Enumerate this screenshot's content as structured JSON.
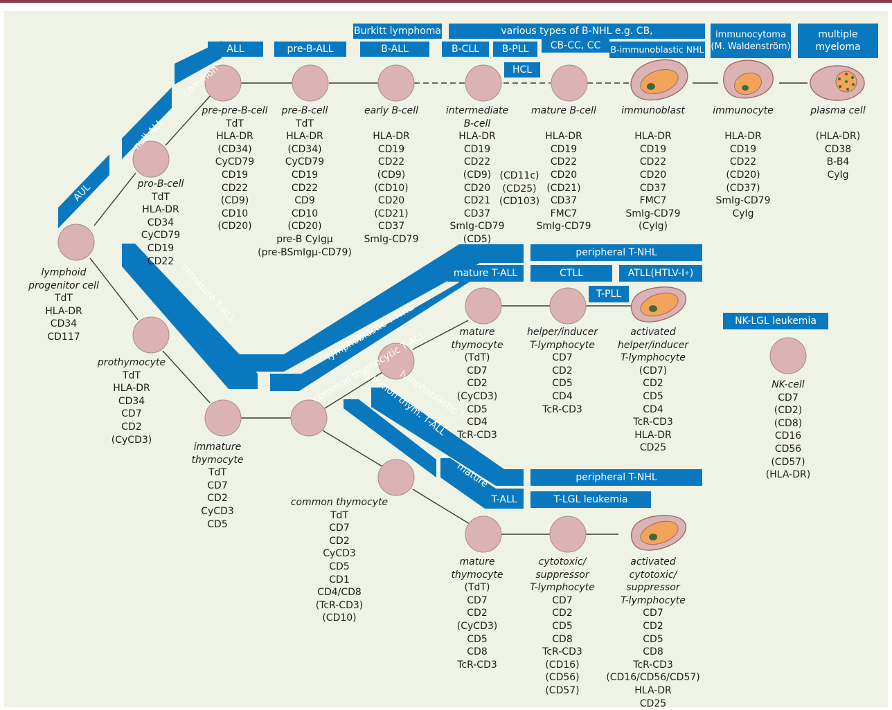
{
  "colors": {
    "accent_blue": "#0a78be",
    "cell_fill": "#dbb3b3",
    "panel_bg": "#eef3e6",
    "top_rule": "#8a3b4a",
    "nucleus": "#f2a45a"
  },
  "cells": {
    "lymphoid": {
      "title": [
        "lymphoid",
        "progenitor cell"
      ],
      "markers": [
        "TdT",
        "HLA-DR",
        "CD34",
        "CD117"
      ]
    },
    "pro_b": {
      "title": [
        "pro-B-cell"
      ],
      "markers": [
        "TdT",
        "HLA-DR",
        "CD34",
        "CyCD79",
        "CD19",
        "CD22"
      ]
    },
    "pre_pre_b": {
      "title": [
        "pre-pre-B-cell"
      ],
      "markers": [
        "TdT",
        "HLA-DR",
        "(CD34)",
        "CyCD79",
        "CD19",
        "CD22",
        "(CD9)",
        "CD10",
        "(CD20)"
      ]
    },
    "pre_b": {
      "title": [
        "pre-B-cell"
      ],
      "markers": [
        "TdT",
        "HLA-DR",
        "(CD34)",
        "CyCD79",
        "CD19",
        "CD22",
        "CD9",
        "CD10",
        "(CD20)",
        "pre-B CyIgμ",
        "(pre-BSmIgμ-CD79)"
      ]
    },
    "early_b": {
      "title": [
        "early B-cell",
        ""
      ],
      "markers": [
        "HLA-DR",
        "CD19",
        "CD22",
        "(CD9)",
        "(CD10)",
        "CD20",
        "(CD21)",
        "CD37",
        "SmIg-CD79"
      ]
    },
    "intermediate_b": {
      "title": [
        "intermediate",
        "B-cell"
      ],
      "markers": [
        "HLA-DR",
        "CD19",
        "CD22",
        "(CD9)",
        "CD20",
        "CD21",
        "CD37",
        "SmIg-CD79",
        "(CD5)"
      ]
    },
    "intermediate_extra": [
      "(CD11c)",
      "(CD25)",
      "(CD103)"
    ],
    "mature_b": {
      "title": [
        "mature B-cell",
        ""
      ],
      "markers": [
        "HLA-DR",
        "CD19",
        "CD22",
        "CD20",
        "(CD21)",
        "CD37",
        "FMC7",
        "SmIg-CD79"
      ]
    },
    "immunoblast": {
      "title": [
        "immunoblast",
        ""
      ],
      "markers": [
        "HLA-DR",
        "CD19",
        "CD22",
        "CD20",
        "CD37",
        "FMC7",
        "SmIg-CD79",
        "(CyIg)"
      ]
    },
    "immunocyte": {
      "title": [
        "immunocyte",
        ""
      ],
      "markers": [
        "HLA-DR",
        "CD19",
        "CD22",
        "(CD20)",
        "(CD37)",
        "SmIg-CD79",
        "CyIg"
      ]
    },
    "plasma": {
      "title": [
        "plasma cell",
        ""
      ],
      "markers": [
        "(HLA-DR)",
        "CD38",
        "B-B4",
        "CyIg"
      ]
    },
    "prothymocyte": {
      "title": [
        "prothymocyte"
      ],
      "markers": [
        "TdT",
        "HLA-DR",
        "CD34",
        "CD7",
        "CD2",
        "(CyCD3)"
      ]
    },
    "immature_thymocyte": {
      "title": [
        "immature",
        "thymocyte"
      ],
      "markers": [
        "TdT",
        "CD7",
        "CD2",
        "CyCD3",
        "CD5"
      ]
    },
    "common_thymocyte": {
      "title": [
        "common thymocyte"
      ],
      "markers": [
        "TdT",
        "CD7",
        "CD2",
        "CyCD3",
        "CD5",
        "CD1",
        "CD4/CD8",
        "(TcR-CD3)",
        "(CD10)"
      ]
    },
    "mature_thymocyte_upper": {
      "title": [
        "mature",
        "thymocyte"
      ],
      "markers": [
        "(TdT)",
        "CD7",
        "CD2",
        "(CyCD3)",
        "CD5",
        "CD4",
        "TcR-CD3"
      ]
    },
    "helper": {
      "title": [
        "helper/inducer",
        "T-lymphocyte"
      ],
      "markers": [
        "CD7",
        "CD2",
        "CD5",
        "CD4",
        "TcR-CD3"
      ]
    },
    "activated_helper": {
      "title": [
        "activated",
        "helper/inducer",
        "T-lymphocyte"
      ],
      "markers": [
        "(CD7)",
        "CD2",
        "CD5",
        "CD4",
        "TcR-CD3",
        "HLA-DR",
        "CD25"
      ]
    },
    "mature_thymocyte_lower": {
      "title": [
        "mature",
        "thymocyte"
      ],
      "markers": [
        "(TdT)",
        "CD7",
        "CD2",
        "(CyCD3)",
        "CD5",
        "CD8",
        "TcR-CD3"
      ]
    },
    "cytotoxic": {
      "title": [
        "cytotoxic/",
        "suppressor",
        "T-lymphocyte"
      ],
      "markers": [
        "CD7",
        "CD2",
        "CD5",
        "CD8",
        "TcR-CD3",
        "(CD16)",
        "(CD56)",
        "(CD57)"
      ]
    },
    "activated_cytotoxic": {
      "title": [
        "activated",
        "cytotoxic/",
        "suppressor",
        "T-lymphocyte"
      ],
      "markers": [
        "CD7",
        "CD2",
        "CD5",
        "CD8",
        "TcR-CD3",
        "(CD16/CD56/CD57)",
        "HLA-DR",
        "CD25"
      ]
    },
    "nk": {
      "title": [
        "NK-cell"
      ],
      "markers": [
        "CD7",
        "(CD2)",
        "(CD8)",
        "CD16",
        "CD56",
        "(CD57)",
        "(HLA-DR)"
      ]
    }
  },
  "labels": {
    "burkitt": "Burkitt lymphoma",
    "various_bnhl": "various types of B-NHL e.g. CB,",
    "cb_cc": "CB-CC, CC",
    "immunocytoma_1": "immunocytoma",
    "immunocytoma_2": "(M. Waldenström)",
    "multiple_myeloma": "multiple myeloma",
    "all": "ALL",
    "pre_b_all": "pre-B-ALL",
    "b_all": "B-ALL",
    "b_cll": "B-CLL",
    "b_pll": "B-PLL",
    "b_immunoblastic": "B-immunoblastic NHL",
    "hcl": "HCL",
    "aul": "AUL",
    "null_all": "null ALL",
    "common": "common",
    "immature_t_all": "immature T-ALL",
    "lymphoblastic_t_nhl": "lymphoblastic T-NHL",
    "common_thymocytic_t_all": "common thymocytic T-ALL",
    "mature_t_all": "mature T-ALL",
    "peripheral_t_nhl": "peripheral T-NHL",
    "ctll": "CTLL",
    "atll": "ATLL(HTLV-I",
    "atll_sup": "+",
    "atll_close": ")",
    "t_pll": "T-PLL",
    "nk_lgl": "NK-LGL leukemia",
    "lymphoblastic_t_nhl_lower": "lymphoblastic T-NHL",
    "common_thym_t_all": "common thym. T-ALL",
    "mature_lower": "mature",
    "t_all_lower": "T-ALL",
    "peripheral_t_nhl_lower": "peripheral T-NHL",
    "t_lgl": "T-LGL leukemia"
  }
}
